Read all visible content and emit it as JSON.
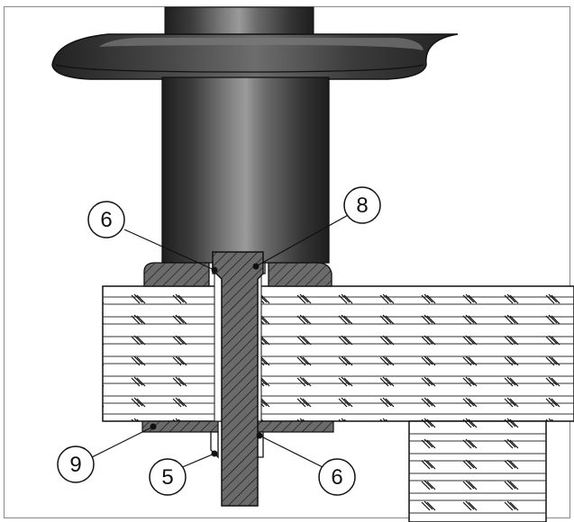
{
  "callouts": [
    {
      "id": "6-top",
      "label": "6"
    },
    {
      "id": "8",
      "label": "8"
    },
    {
      "id": "9",
      "label": "9"
    },
    {
      "id": "5",
      "label": "5"
    },
    {
      "id": "6-bottom",
      "label": "6"
    }
  ],
  "colors": {
    "background": "#ffffff",
    "outline": "#1a1a1a",
    "metal_dark": "#2b2b2b",
    "metal_light": "#8a8a8a",
    "gasket": "#6b6b6b",
    "panel_line": "#444444"
  }
}
